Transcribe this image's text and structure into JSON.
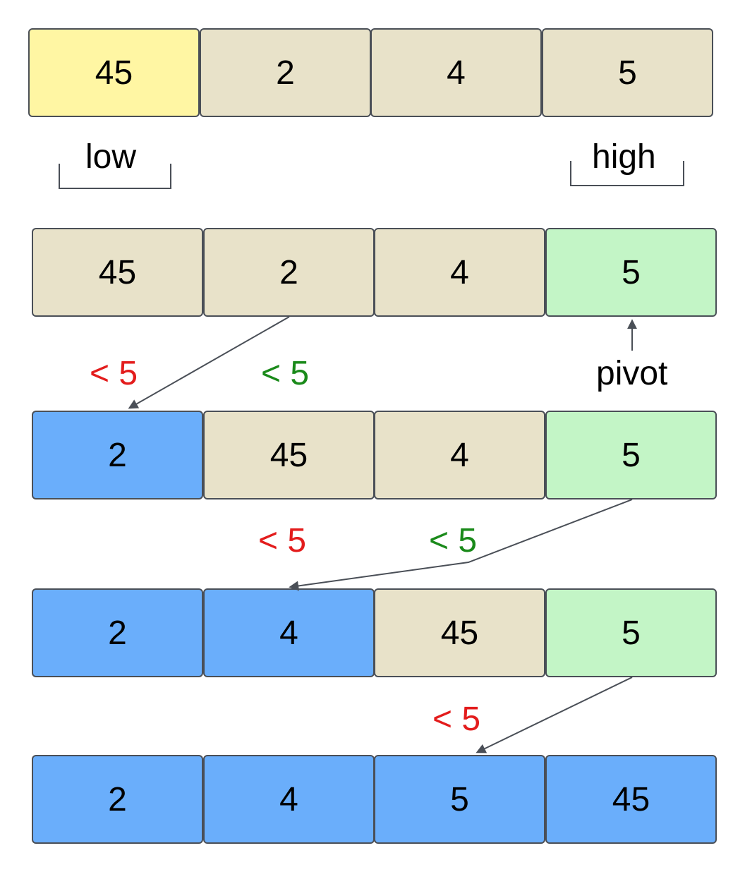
{
  "colors": {
    "default": "#e8e2c9",
    "low_highlight": "#fff6a3",
    "pivot": "#c3f5c6",
    "sorted": "#6aaefb",
    "border": "#4a4f57",
    "red_text": "#e31c1c",
    "green_text": "#1a8a1a",
    "arrow": "#4a4f57"
  },
  "rows": [
    {
      "cells": [
        {
          "value": "45",
          "state": "low_highlight"
        },
        {
          "value": "2",
          "state": "default"
        },
        {
          "value": "4",
          "state": "default"
        },
        {
          "value": "5",
          "state": "default"
        }
      ]
    },
    {
      "cells": [
        {
          "value": "45",
          "state": "default"
        },
        {
          "value": "2",
          "state": "default"
        },
        {
          "value": "4",
          "state": "default"
        },
        {
          "value": "5",
          "state": "pivot"
        }
      ]
    },
    {
      "cells": [
        {
          "value": "2",
          "state": "sorted"
        },
        {
          "value": "45",
          "state": "default"
        },
        {
          "value": "4",
          "state": "default"
        },
        {
          "value": "5",
          "state": "pivot"
        }
      ]
    },
    {
      "cells": [
        {
          "value": "2",
          "state": "sorted"
        },
        {
          "value": "4",
          "state": "sorted"
        },
        {
          "value": "45",
          "state": "default"
        },
        {
          "value": "5",
          "state": "pivot"
        }
      ]
    },
    {
      "cells": [
        {
          "value": "2",
          "state": "sorted"
        },
        {
          "value": "4",
          "state": "sorted"
        },
        {
          "value": "5",
          "state": "sorted"
        },
        {
          "value": "45",
          "state": "sorted"
        }
      ]
    }
  ],
  "labels": {
    "low": "low",
    "high": "high",
    "pivot": "pivot",
    "cmp_red_1": "< 5",
    "cmp_green_1": "< 5",
    "cmp_red_2": "< 5",
    "cmp_green_2": "< 5",
    "cmp_red_3": "< 5"
  }
}
